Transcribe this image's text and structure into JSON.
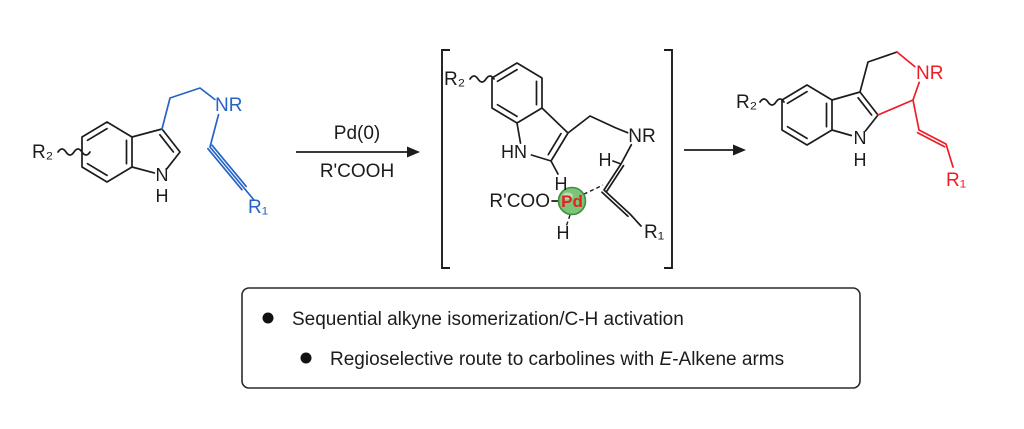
{
  "scheme": {
    "colors": {
      "black": "#1c1c1c",
      "blue": "#2563c9",
      "red": "#ee1c25",
      "green": "#7cc576",
      "green_dark": "#3c8f3f"
    },
    "reactant": {
      "r2": "R₂",
      "nr": "NR",
      "n": "N",
      "h": "H",
      "r1": "R₁"
    },
    "arrow": {
      "reagent_top": "Pd(0)",
      "reagent_bottom": "R'COOH"
    },
    "intermediate": {
      "r2": "R₂",
      "hn": "HN",
      "c2_h": "H",
      "nr": "NR",
      "vinyl_h": "H",
      "rcoo": "R'COO",
      "pd": "Pd",
      "hydride_h": "H",
      "r1": "R₁"
    },
    "product": {
      "r2": "R₂",
      "nr": "NR",
      "n": "N",
      "h": "H",
      "r1": "R₁"
    }
  },
  "key_points": {
    "bullet1": "Sequential alkyne isomerization/C-H activation",
    "bullet2_pre": "Regioselective route to carbolines with ",
    "bullet2_italic": "E",
    "bullet2_post": "-Alkene arms"
  }
}
